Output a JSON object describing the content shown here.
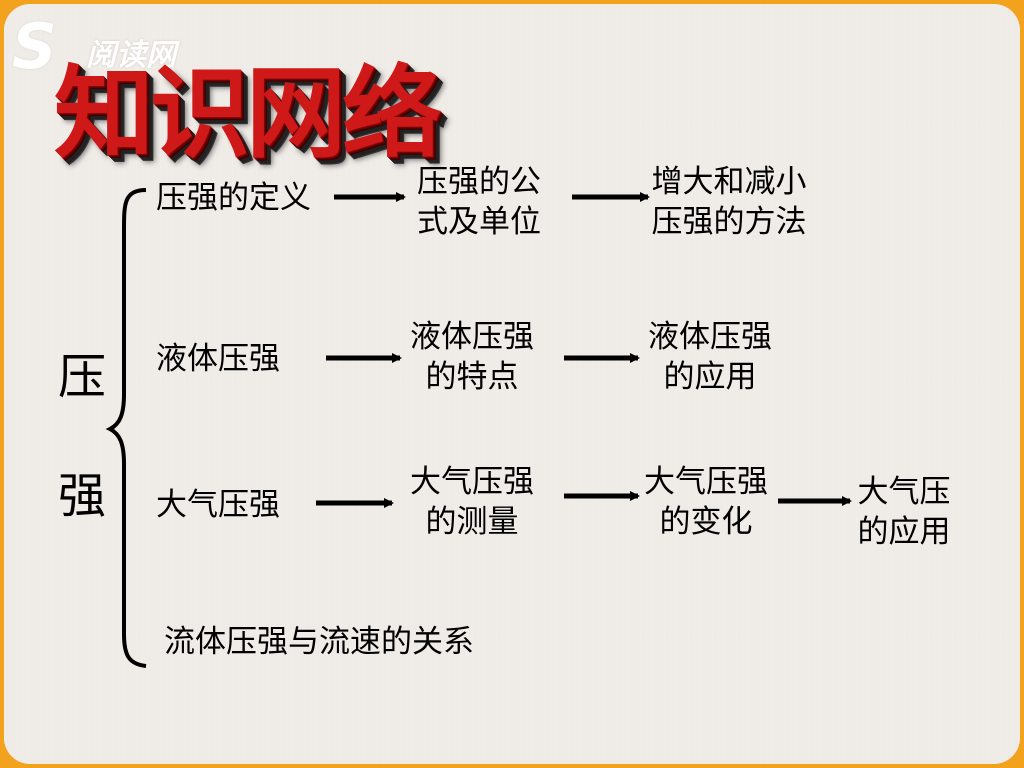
{
  "title": "知识网络",
  "logo": {
    "mark": "S",
    "text": "阅读网"
  },
  "root": {
    "char1": "压",
    "char2": "强"
  },
  "rows": [
    {
      "start": "压强的定义",
      "steps": [
        [
          "压强的公",
          "式及单位"
        ],
        [
          "增大和减小",
          "压强的方法"
        ]
      ]
    },
    {
      "start": "液体压强",
      "steps": [
        [
          "液体压强",
          "的特点"
        ],
        [
          "液体压强",
          "的应用"
        ]
      ]
    },
    {
      "start": "大气压强",
      "steps": [
        [
          "大气压强",
          "的测量"
        ],
        [
          "大气压强",
          "的变化"
        ],
        [
          "大气压",
          "的应用"
        ]
      ]
    },
    {
      "start": "流体压强与流速的关系",
      "steps": []
    }
  ]
}
